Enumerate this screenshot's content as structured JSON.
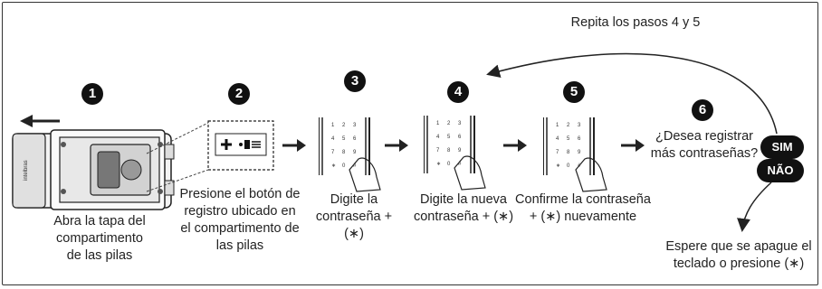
{
  "repeat_note": "Repita los pasos 4 y 5",
  "steps": [
    {
      "number": "1",
      "label": "Abra la tapa del\ncompartimento\nde las pilas"
    },
    {
      "number": "2",
      "label": "Presione el botón de\nregistro ubicado en\nel compartimento de\nlas pilas"
    },
    {
      "number": "3",
      "label": "Digite la\ncontraseña + (∗)"
    },
    {
      "number": "4",
      "label": "Digite la nueva\ncontraseña + (∗)"
    },
    {
      "number": "5",
      "label": "Confirme la contraseña\n+ (∗) nuevamente"
    },
    {
      "number": "6",
      "label": "¿Desea registrar\nmás contraseñas?"
    }
  ],
  "yes_label": "SIM",
  "no_label": "NÃO",
  "no_result": "Espere que se apague el\nteclado o presione (∗)",
  "brand": "intelbras",
  "keypad_keys": [
    "1",
    "2",
    "3",
    "4",
    "5",
    "6",
    "7",
    "8",
    "9",
    "∗",
    "0",
    "#"
  ]
}
